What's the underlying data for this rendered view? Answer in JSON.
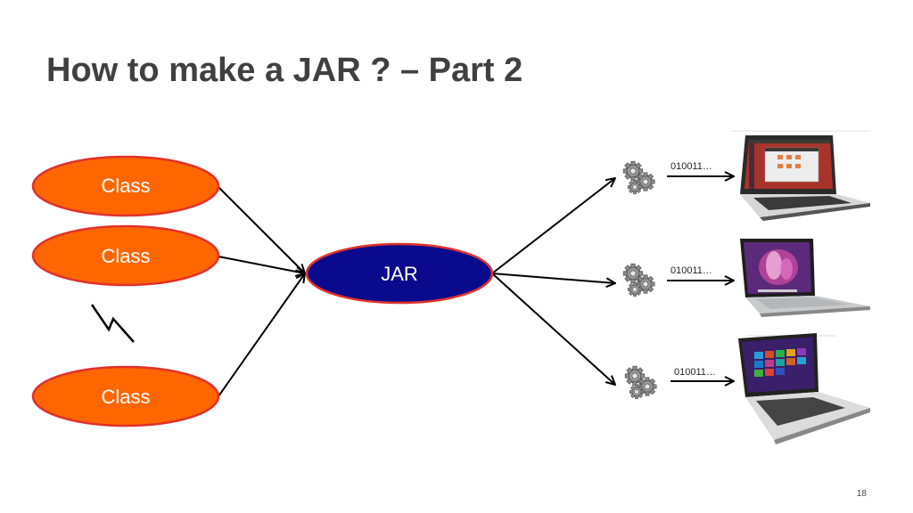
{
  "slide": {
    "title": "How to make a JAR ? – Part 2",
    "page_number": "18"
  },
  "sources": [
    {
      "label": "Class"
    },
    {
      "label": "Class"
    },
    {
      "label": "Class"
    }
  ],
  "jar": {
    "label": "JAR"
  },
  "targets": [
    {
      "bits": "010011…",
      "icon": "ubuntu-laptop-icon"
    },
    {
      "bits": "010011…",
      "icon": "macbook-laptop-icon"
    },
    {
      "bits": "010011…",
      "icon": "windows-laptop-icon"
    }
  ],
  "colors": {
    "class_fill": "#FF6600",
    "class_stroke": "#E0312C",
    "jar_fill": "#0A0A8C",
    "jar_stroke": "#E0312C",
    "title": "#404040"
  }
}
